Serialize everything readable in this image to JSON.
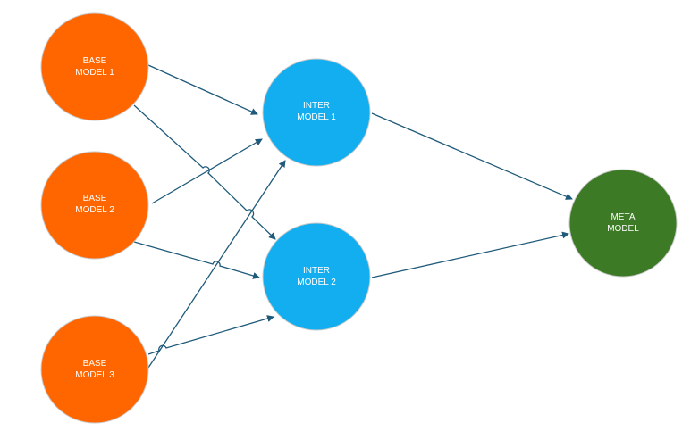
{
  "colors": {
    "base": "#ff6600",
    "inter": "#12aef0",
    "meta": "#3c7a25",
    "edge": "#1f5a7a",
    "node_stroke": "#c9c9c9"
  },
  "nodes": {
    "base1": {
      "line1": "BASE",
      "line2": "MODEL 1"
    },
    "base2": {
      "line1": "BASE",
      "line2": "MODEL 2"
    },
    "base3": {
      "line1": "BASE",
      "line2": "MODEL 3"
    },
    "inter1": {
      "line1": "INTER",
      "line2": "MODEL 1"
    },
    "inter2": {
      "line1": "INTER",
      "line2": "MODEL 2"
    },
    "meta": {
      "line1": "META",
      "line2": "MODEL"
    }
  },
  "edges": [
    {
      "from": "base1",
      "to": "inter1"
    },
    {
      "from": "base1",
      "to": "inter2"
    },
    {
      "from": "base2",
      "to": "inter1"
    },
    {
      "from": "base2",
      "to": "inter2"
    },
    {
      "from": "base3",
      "to": "inter1"
    },
    {
      "from": "base3",
      "to": "inter2"
    },
    {
      "from": "inter1",
      "to": "meta"
    },
    {
      "from": "inter2",
      "to": "meta"
    }
  ]
}
